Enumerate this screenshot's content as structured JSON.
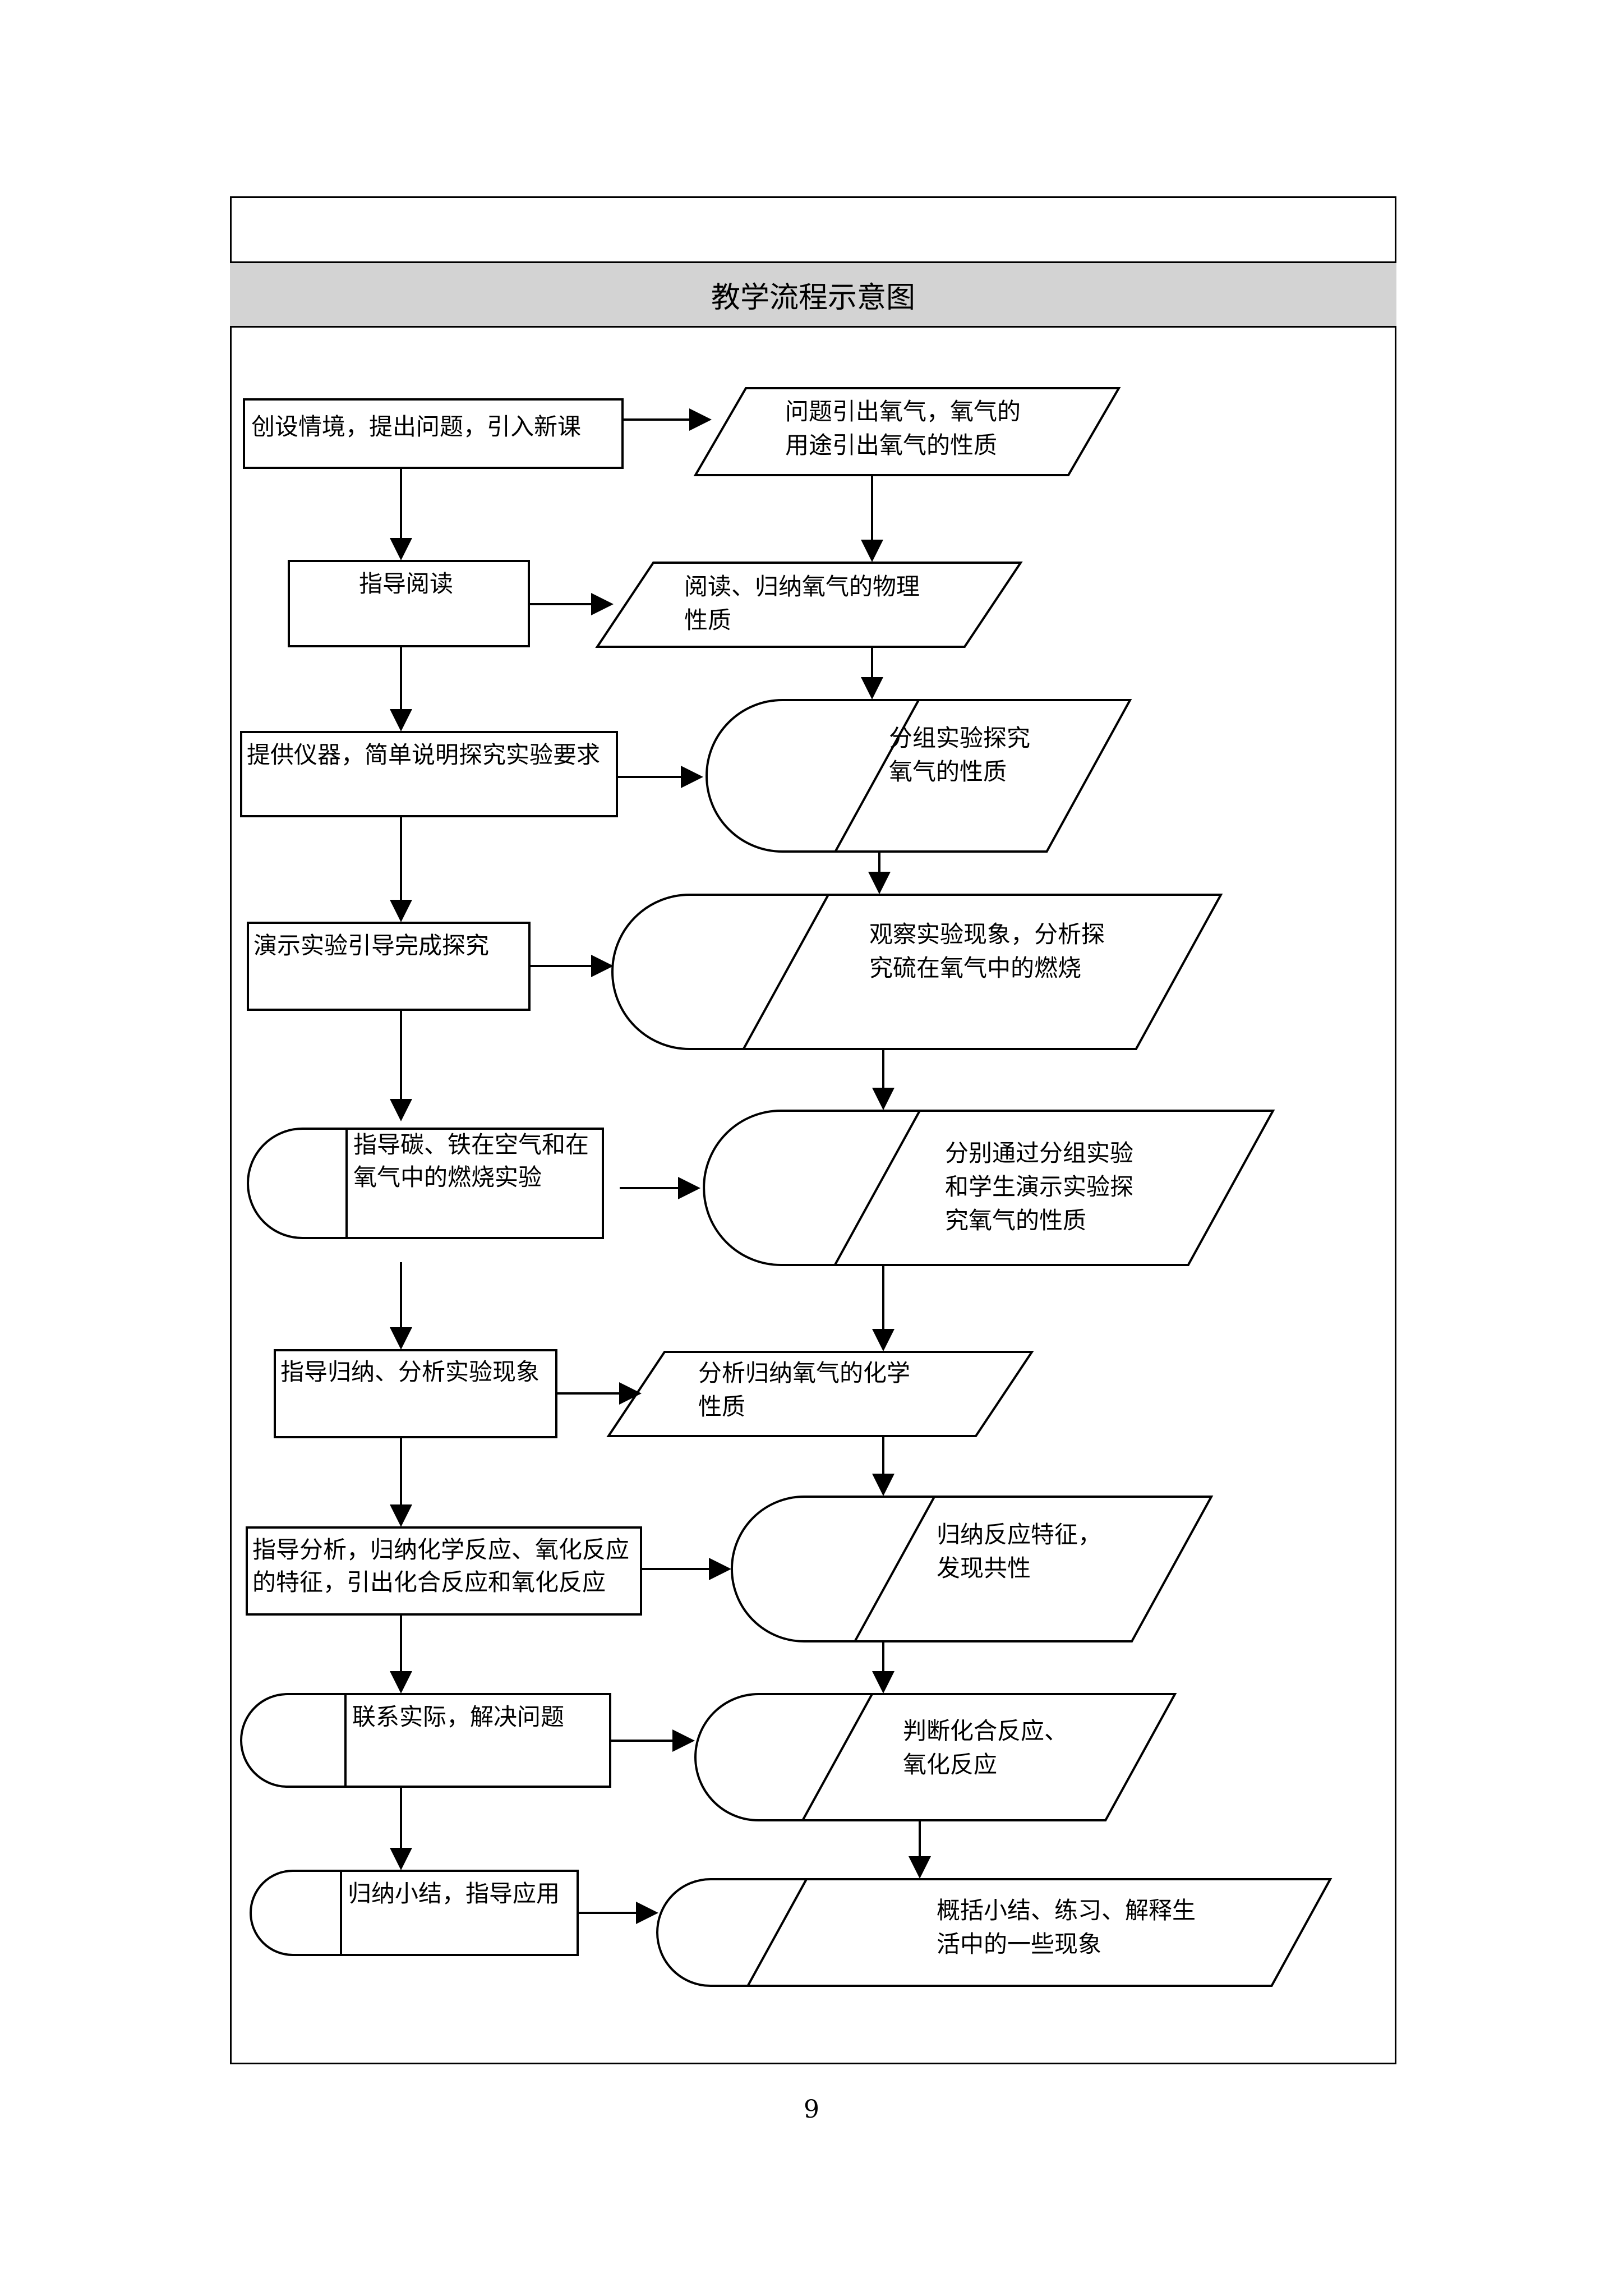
{
  "title": "教学流程示意图",
  "page_number": "9",
  "teacher_steps": [
    [
      "创设情境，提出问题，引入新课"
    ],
    [
      "指导阅读"
    ],
    [
      "提供仪器，简单说明探究实验要求"
    ],
    [
      "演示实验引导完成探究"
    ],
    [
      "指导碳、铁在空气和在",
      "氧气中的燃烧实验"
    ],
    [
      "指导归纳、分析实验现象"
    ],
    [
      "指导分析，归纳化学反应、氧化反应",
      "的特征，引出化合反应和氧化反应"
    ],
    [
      "联系实际，解决问题"
    ],
    [
      "归纳小结，指导应用"
    ]
  ],
  "student_steps": [
    [
      "问题引出氧气，氧气的",
      "用途引出氧气的性质"
    ],
    [
      "阅读、归纳氧气的物理",
      "性质"
    ],
    [
      "分组实验探究",
      "氧气的性质"
    ],
    [
      "观察实验现象，分析探",
      "究硫在氧气中的燃烧"
    ],
    [
      "分别通过分组实验",
      "和学生演示实验探",
      "究氧气的性质"
    ],
    [
      "分析归纳氧气的化学",
      "性质"
    ],
    [
      "归纳反应特征，",
      "发现共性"
    ],
    [
      "判断化合反应、",
      "氧化反应"
    ],
    [
      "概括小结、练习、解释生",
      "活中的一些现象"
    ]
  ]
}
